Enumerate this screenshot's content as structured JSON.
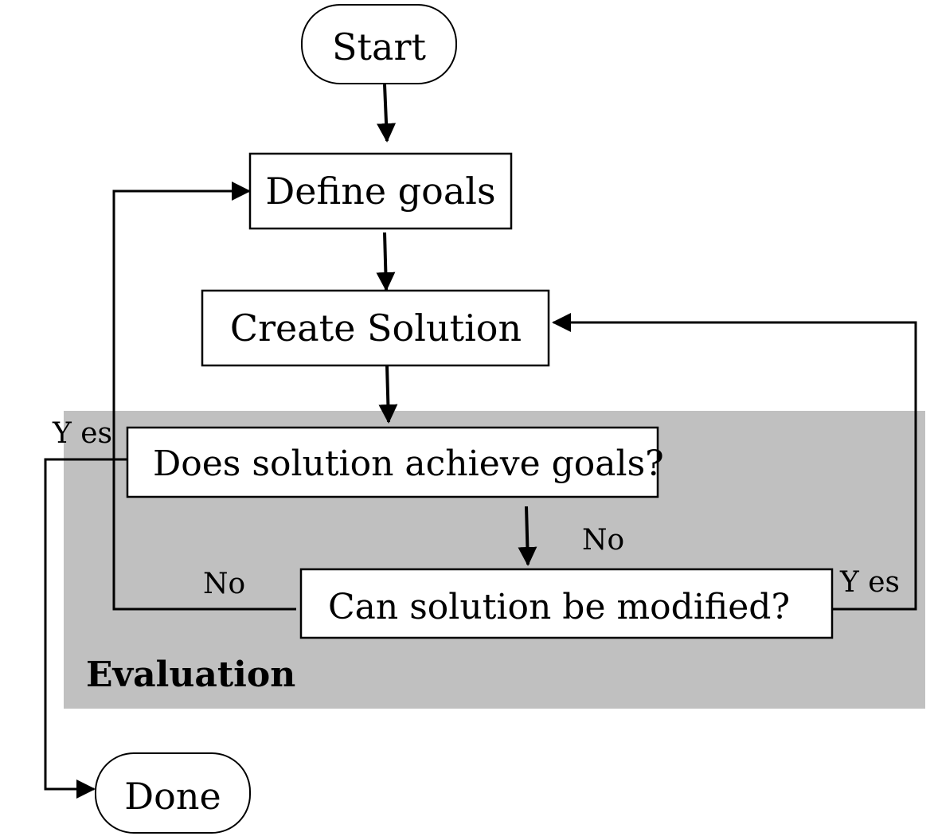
{
  "nodes": {
    "start": "Start",
    "define_goals": "Define goals",
    "create_solution": "Create Solution",
    "achieve_goals_question": "Does solution achieve goals?",
    "modify_question": "Can solution be modified?",
    "done": "Done"
  },
  "edge_labels": {
    "achieve_yes": "Y es",
    "achieve_no": "No",
    "modify_no": "No",
    "modify_yes": "Y es"
  },
  "region": {
    "label": "Evaluation"
  },
  "colors": {
    "region_fill": "#c0c0c0",
    "box_fill": "#ffffff",
    "stroke": "#000000"
  }
}
